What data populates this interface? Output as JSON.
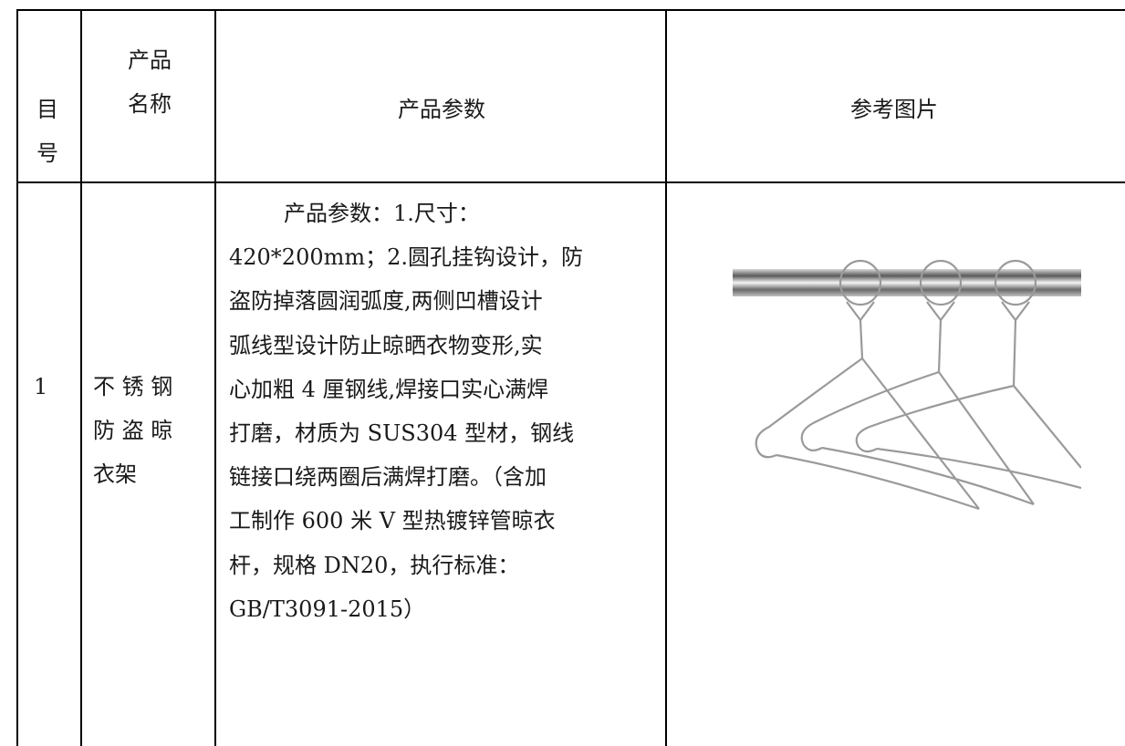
{
  "table": {
    "headers": {
      "number_lines": [
        "目",
        "号"
      ],
      "name_lines": [
        "产品",
        "名称"
      ],
      "params": "产品参数",
      "picture": "参考图片"
    },
    "rows": [
      {
        "number": "1",
        "name_lines": [
          "不 锈 钢",
          "防 盗 晾",
          "衣架"
        ],
        "param_lines": [
          "产品参数：1.尺寸：",
          "420*200mm；2.圆孔挂钩设计，防",
          "盗防掉落圆润弧度,两侧凹槽设计",
          "弧线型设计防止晾晒衣物变形,实",
          "心加粗 4 厘钢线,焊接口实心满焊",
          "打磨，材质为 SUS304 型材，钢线",
          "链接口绕两圈后满焊打磨。（含加",
          "工制作 600 米 V 型热镀锌管晾衣",
          "杆，规格 DN20，执行标准：",
          "GB/T3091-2015）"
        ],
        "picture_icon": "hanger-photo"
      }
    ]
  }
}
